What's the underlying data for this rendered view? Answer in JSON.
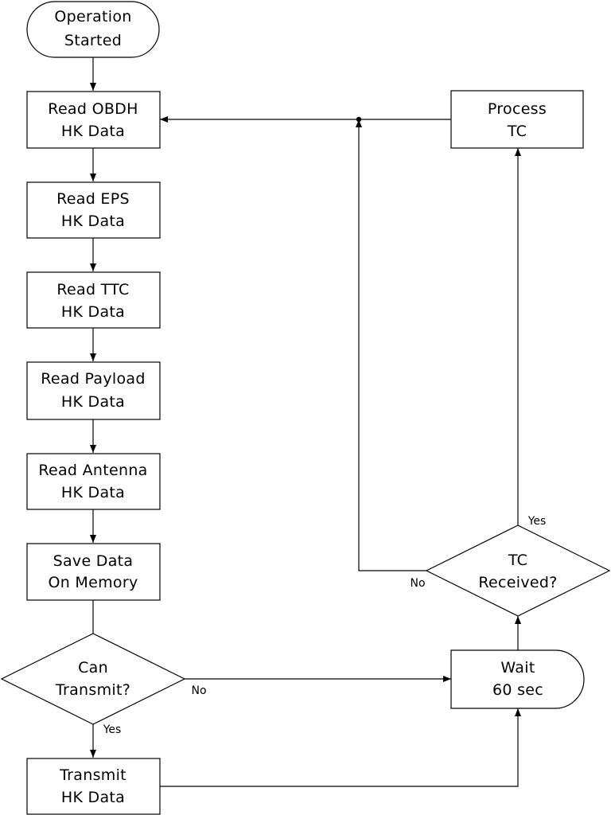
{
  "nodes": {
    "start": {
      "line1": "Operation",
      "line2": "Started"
    },
    "obdh": {
      "line1": "Read OBDH",
      "line2": "HK Data"
    },
    "eps": {
      "line1": "Read EPS",
      "line2": "HK Data"
    },
    "ttc": {
      "line1": "Read TTC",
      "line2": "HK Data"
    },
    "payload": {
      "line1": "Read Payload",
      "line2": "HK Data"
    },
    "antenna": {
      "line1": "Read Antenna",
      "line2": "HK Data"
    },
    "save": {
      "line1": "Save Data",
      "line2": "On Memory"
    },
    "can_tx": {
      "line1": "Can",
      "line2": "Transmit?"
    },
    "transmit": {
      "line1": "Transmit",
      "line2": "HK Data"
    },
    "wait": {
      "line1": "Wait",
      "line2": "60 sec"
    },
    "tc_recv": {
      "line1": "TC",
      "line2": "Received?"
    },
    "process": {
      "line1": "Process",
      "line2": "TC"
    }
  },
  "edge_labels": {
    "can_tx_yes": "Yes",
    "can_tx_no": "No",
    "tc_recv_yes": "Yes",
    "tc_recv_no": "No"
  }
}
